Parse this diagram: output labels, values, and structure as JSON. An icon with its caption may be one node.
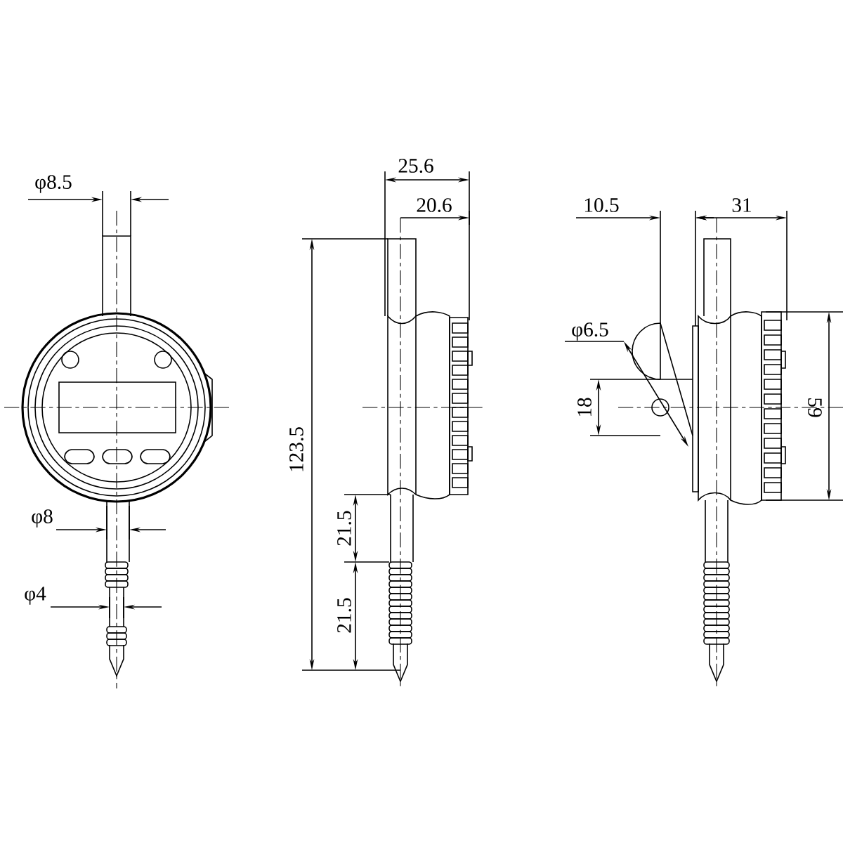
{
  "diagram": {
    "labels": [
      "25.6",
      "φ8.5",
      "10.5",
      "31",
      "20.6",
      "φ6.5",
      "123.5",
      "18",
      "59",
      "φ8",
      "21.5",
      "φ4",
      "21.5"
    ]
  }
}
